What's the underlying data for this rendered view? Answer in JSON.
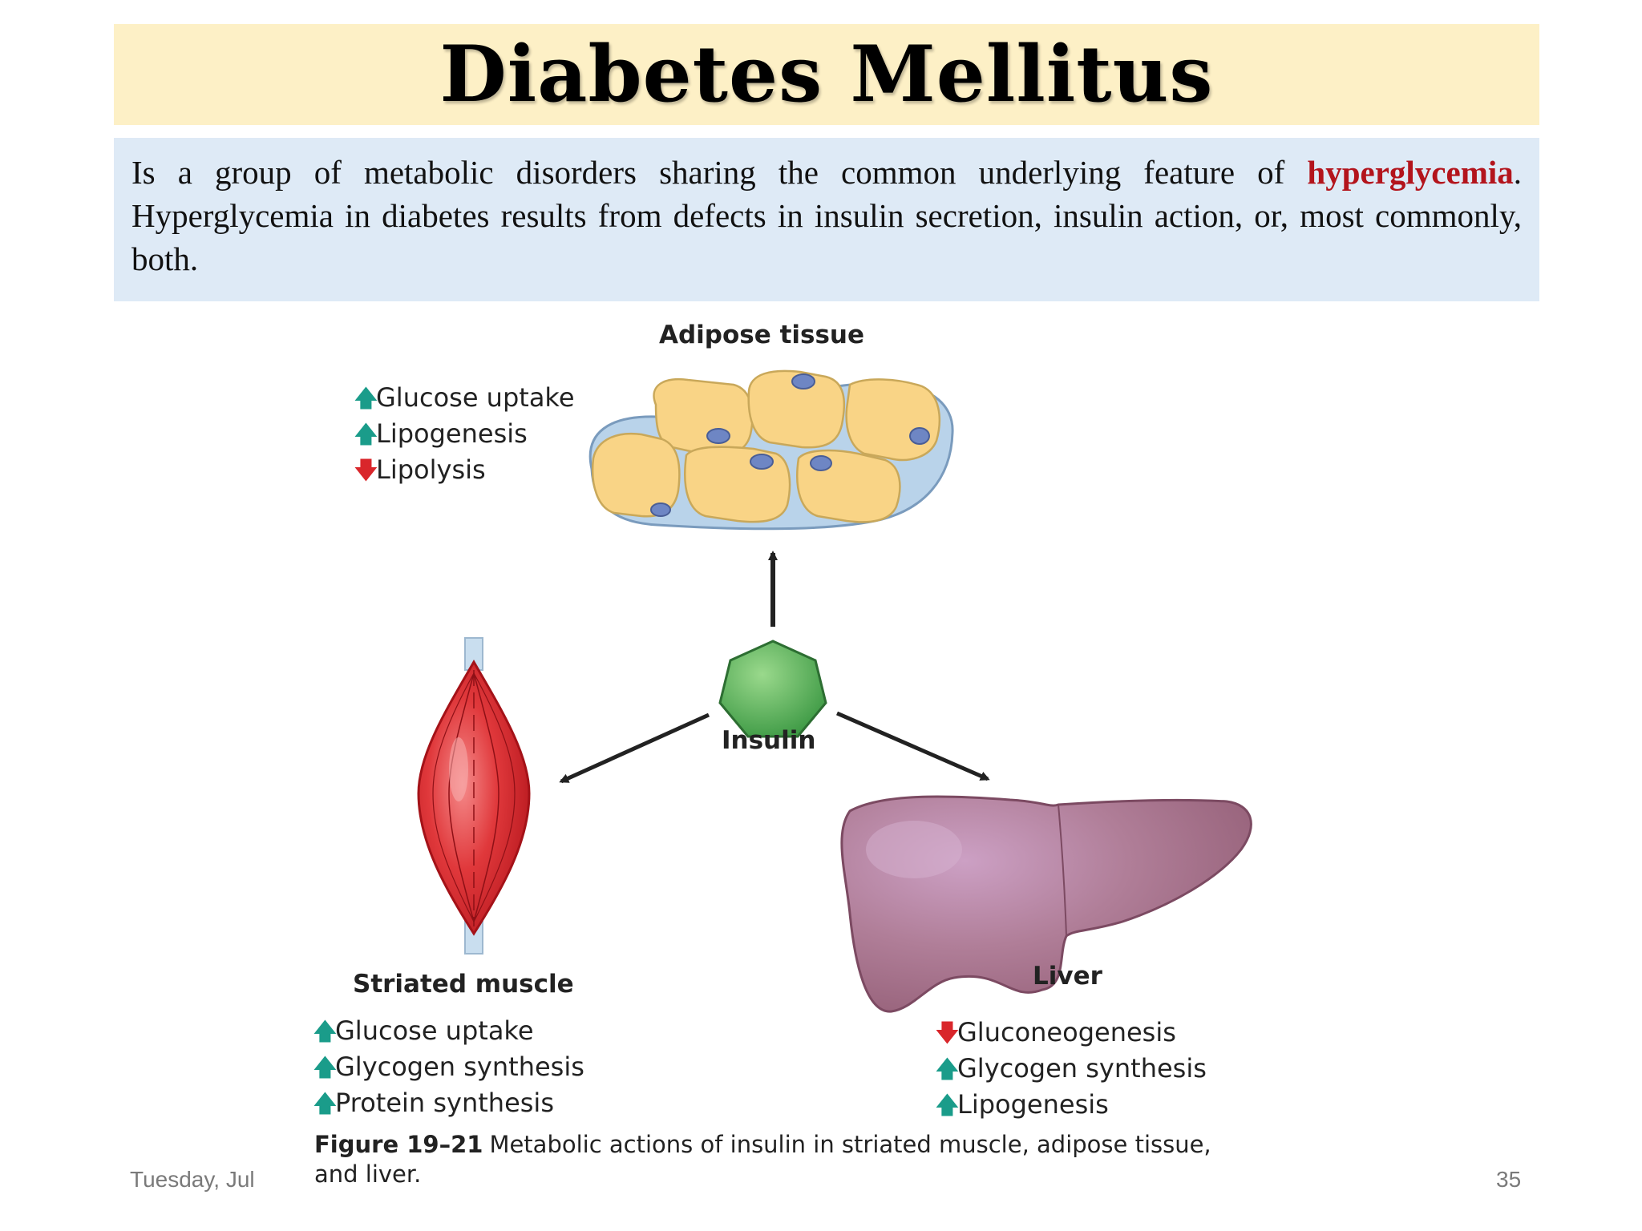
{
  "slide": {
    "title": "Diabetes Mellitus",
    "definition": {
      "before": "Is a group of metabolic disorders sharing the common underlying feature of ",
      "highlight": "hyperglycemia",
      "after": ". Hyperglycemia in diabetes results from defects in insulin secretion, insulin action, or, most commonly, both."
    },
    "footer": {
      "date": "Tuesday, Jul",
      "page": "35"
    }
  },
  "figure": {
    "center": {
      "label": "Insulin"
    },
    "adipose": {
      "label": "Adipose tissue",
      "effects": [
        {
          "direction": "up",
          "text": "Glucose uptake"
        },
        {
          "direction": "up",
          "text": "Lipogenesis"
        },
        {
          "direction": "down",
          "text": "Lipolysis"
        }
      ]
    },
    "muscle": {
      "label": "Striated muscle",
      "effects": [
        {
          "direction": "up",
          "text": "Glucose uptake"
        },
        {
          "direction": "up",
          "text": "Glycogen synthesis"
        },
        {
          "direction": "up",
          "text": "Protein synthesis"
        }
      ]
    },
    "liver": {
      "label": "Liver",
      "effects": [
        {
          "direction": "down",
          "text": "Gluconeogenesis"
        },
        {
          "direction": "up",
          "text": "Glycogen synthesis"
        },
        {
          "direction": "up",
          "text": "Lipogenesis"
        }
      ]
    },
    "caption": {
      "number": "Figure 19–21",
      "text": "Metabolic actions of insulin in striated muscle, adipose tissue, and liver."
    }
  },
  "colors": {
    "title_band": "#fdf0c6",
    "definition_box": "#deeaf6",
    "highlight": "#b3141c",
    "arrow_up": "#1a9c8a",
    "arrow_down": "#d9262b"
  },
  "icons": {
    "up": "up-arrow-icon",
    "down": "down-arrow-icon"
  }
}
